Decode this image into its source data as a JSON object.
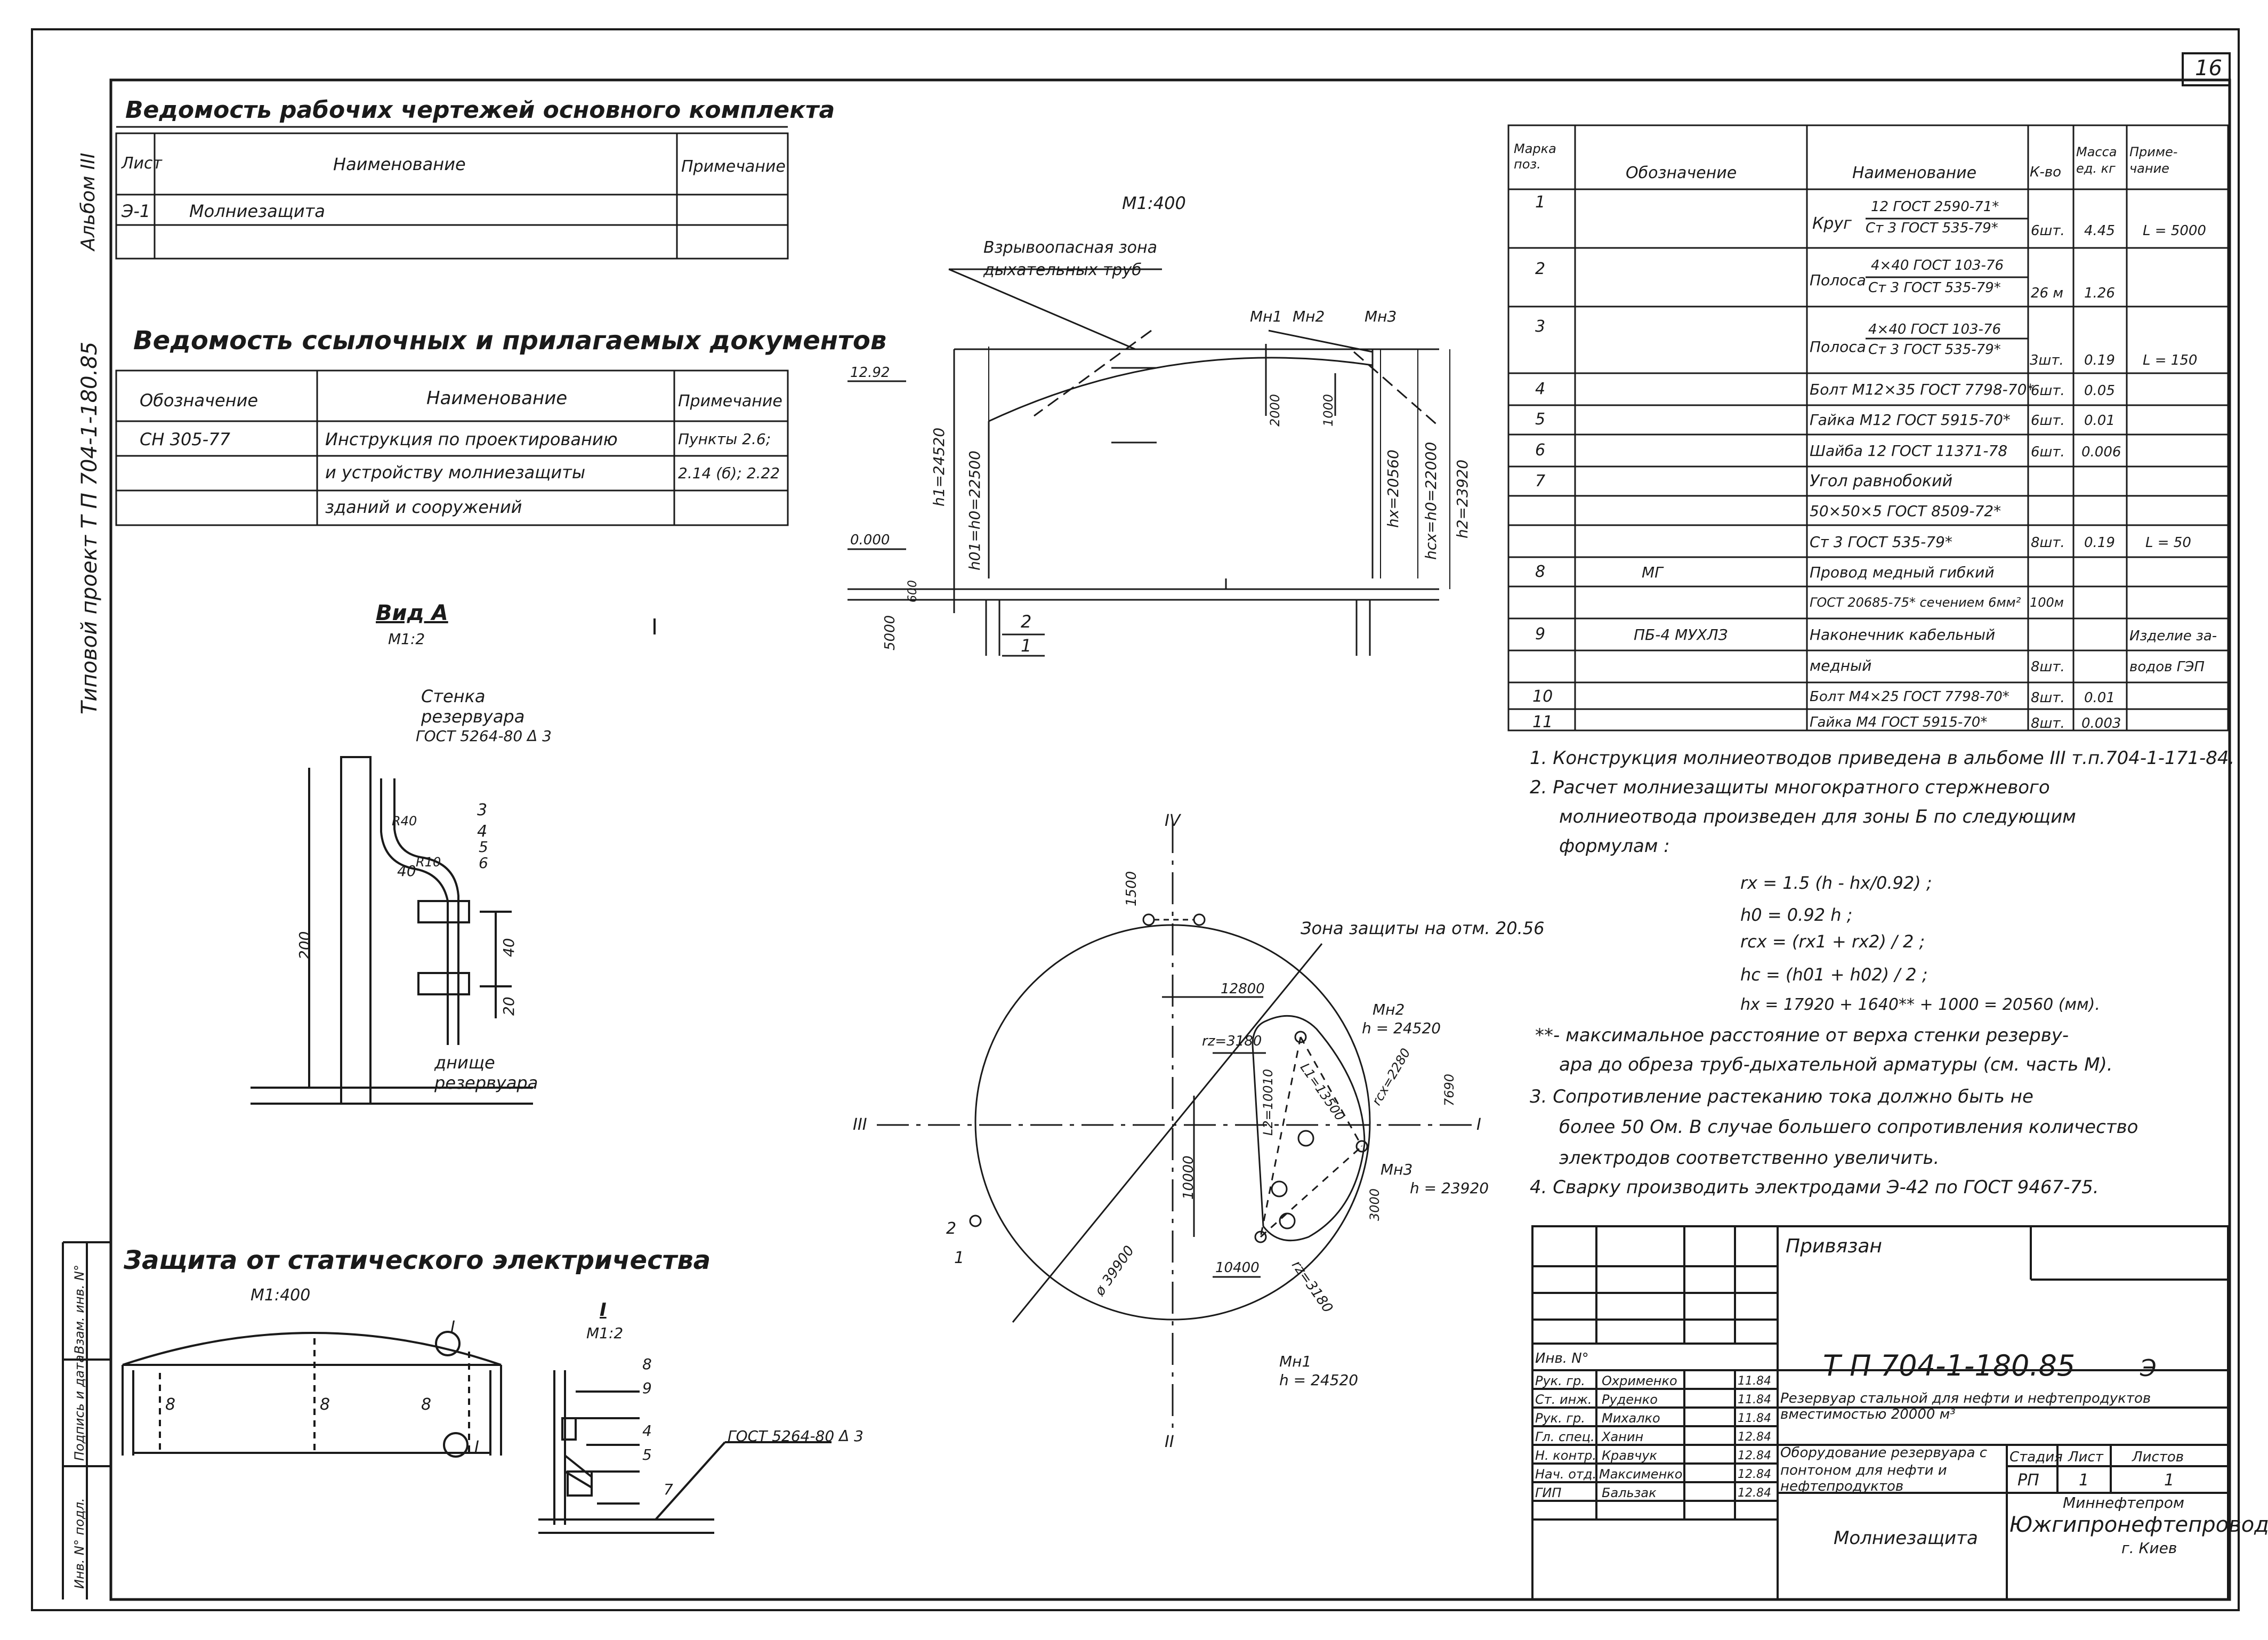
{
  "sheet_number": "16",
  "side_labels": {
    "album": "Альбом III",
    "project": "Типовой проект  Т П  704-1-180.85",
    "stamp_cols": [
      "Инв. N° подл.",
      "Подпись и дата",
      "Взам. инв. N°"
    ]
  },
  "works_list": {
    "title": "Ведомость рабочих чертежей основного комплекта",
    "headers": [
      "Лист",
      "Наименование",
      "Примечание"
    ],
    "rows": [
      [
        "Э-1",
        "Молниезащита",
        ""
      ]
    ]
  },
  "refs_list": {
    "title": "Ведомость ссылочных и прилагаемых документов",
    "headers": [
      "Обозначение",
      "Наименование",
      "Примечание"
    ],
    "rows": [
      [
        "СН 305-77",
        "Инструкция по проектированию",
        "Пункты 2.6;"
      ],
      [
        "",
        "и устройству молниезащиты",
        "2.14 (б); 2.22"
      ],
      [
        "",
        "зданий и сооружений",
        ""
      ]
    ]
  },
  "elevation": {
    "scale": "М1:400",
    "zone_label_1": "Взрывоопасная зона",
    "zone_label_2": "дыхательных труб",
    "masts": [
      "Мн1",
      "Мн2",
      "Мн3"
    ],
    "marks": [
      "12.92",
      "0.000"
    ],
    "dims": [
      "h1=24520",
      "h01=h0=22500",
      "hx=20560",
      "hcx=h0=22000",
      "h2=23920",
      "2000",
      "1000",
      "5000",
      "600"
    ],
    "callouts": [
      "2",
      "1"
    ]
  },
  "view_a": {
    "title": "Вид А",
    "scale": "М1:2",
    "wall_label_1": "Стенка",
    "wall_label_2": "резервуара",
    "gost": "ГОСТ 5264-80 Δ 3",
    "bottom_label_1": "днище",
    "bottom_label_2": "резервуара",
    "dims": [
      "R40",
      "R10",
      "40",
      "200",
      "40",
      "20"
    ],
    "callouts": [
      "3",
      "4",
      "5",
      "6"
    ]
  },
  "plan": {
    "zone_label": "Зона защиты на отм. 20.56",
    "masts": [
      {
        "name": "Мн2",
        "h": "h = 24520"
      },
      {
        "name": "Мн3",
        "h": "h = 23920"
      },
      {
        "name": "Мн1",
        "h": "h = 24520"
      }
    ],
    "dims": [
      "1500",
      "12800",
      "rz=3180",
      "L2=10010",
      "L1=13500",
      "rcx=2280",
      "7690",
      "10000",
      "ø 39900",
      "3000",
      "10400",
      "rz=3180"
    ],
    "axes": [
      "IV",
      "II",
      "III",
      "I"
    ],
    "callouts": [
      "2",
      "1"
    ]
  },
  "static": {
    "title": "Защита от статического электричества",
    "scale": "М1:400",
    "callouts": [
      "8",
      "8",
      "8",
      "I",
      "I"
    ],
    "node_title": "I",
    "node_scale": "М1:2",
    "node_callouts": [
      "8",
      "9",
      "4",
      "5",
      "7"
    ],
    "gost": "ГОСТ 5264-80  Δ 3"
  },
  "spec": {
    "headers": [
      "Марка поз.",
      "Обозначение",
      "Наименование",
      "К-во",
      "Масса ед. кг",
      "Приме-чание"
    ],
    "rows": [
      {
        "pos": "1",
        "des": "",
        "name": "Круг",
        "sub1": "12 ГОСТ 2590-71*",
        "sub2": "Ст 3 ГОСТ 535-79*",
        "qty": "6шт.",
        "mass": "4.45",
        "note": "L = 5000"
      },
      {
        "pos": "2",
        "des": "",
        "name": "Полоса",
        "sub1": "4×40 ГОСТ 103-76",
        "sub2": "Ст 3 ГОСТ 535-79*",
        "qty": "26 м",
        "mass": "1.26",
        "note": ""
      },
      {
        "pos": "3",
        "des": "",
        "name": "Полоса",
        "sub1": "4×40 ГОСТ 103-76",
        "sub2": "Ст 3 ГОСТ 535-79*",
        "qty": "3шт.",
        "mass": "0.19",
        "note": "L = 150"
      },
      {
        "pos": "4",
        "des": "",
        "name": "Болт М12×35 ГОСТ 7798-70*",
        "sub1": "",
        "sub2": "",
        "qty": "6шт.",
        "mass": "0.05",
        "note": ""
      },
      {
        "pos": "5",
        "des": "",
        "name": "Гайка М12 ГОСТ 5915-70*",
        "sub1": "",
        "sub2": "",
        "qty": "6шт.",
        "mass": "0.01",
        "note": ""
      },
      {
        "pos": "6",
        "des": "",
        "name": "Шайба 12 ГОСТ 11371-78",
        "sub1": "",
        "sub2": "",
        "qty": "6шт.",
        "mass": "0.006",
        "note": ""
      },
      {
        "pos": "7",
        "des": "",
        "name": "Угол равнобокий",
        "sub1": "",
        "sub2": "",
        "qty": "",
        "mass": "",
        "note": ""
      },
      {
        "pos": "",
        "des": "",
        "name": "50×50×5 ГОСТ 8509-72*",
        "sub1": "",
        "sub2": "",
        "qty": "",
        "mass": "",
        "note": ""
      },
      {
        "pos": "",
        "des": "",
        "name": "Ст 3 ГОСТ 535-79*",
        "sub1": "",
        "sub2": "",
        "qty": "8шт.",
        "mass": "0.19",
        "note": "L = 50"
      },
      {
        "pos": "8",
        "des": "МГ",
        "name": "Провод медный гибкий",
        "sub1": "",
        "sub2": "",
        "qty": "",
        "mass": "",
        "note": ""
      },
      {
        "pos": "",
        "des": "",
        "name": "ГОСТ 20685-75* сечением 6мм²",
        "sub1": "",
        "sub2": "",
        "qty": "100м",
        "mass": "",
        "note": ""
      },
      {
        "pos": "9",
        "des": "ПБ-4 МУХЛЗ",
        "name": "Наконечник кабельный",
        "sub1": "",
        "sub2": "",
        "qty": "",
        "mass": "",
        "note": "Изделие за-"
      },
      {
        "pos": "",
        "des": "",
        "name": "медный",
        "sub1": "",
        "sub2": "",
        "qty": "8шт.",
        "mass": "",
        "note": "водов ГЭП"
      },
      {
        "pos": "10",
        "des": "",
        "name": "Болт М4×25 ГОСТ 7798-70*",
        "sub1": "",
        "sub2": "",
        "qty": "8шт.",
        "mass": "0.01",
        "note": ""
      },
      {
        "pos": "11",
        "des": "",
        "name": "Гайка М4 ГОСТ 5915-70*",
        "sub1": "",
        "sub2": "",
        "qty": "8шт.",
        "mass": "0.003",
        "note": ""
      }
    ]
  },
  "notes": {
    "n1": "1.  Конструкция молниеотводов приведена в альбоме III т.п.704-1-171-84.",
    "n2a": "2.  Расчет молниезащиты многократного стержневого",
    "n2b": "молниеотвода произведен для зоны  Б по следующим",
    "n2c": "формулам :",
    "f1": "rx = 1.5 (h - hx/0.92) ;",
    "f2": "h0 = 0.92 h ;",
    "f3": "rcx = (rx1 + rx2) / 2 ;",
    "f4": "hc = (h01 + h02) / 2 ;",
    "f5": "hx = 17920 + 1640** + 1000 = 20560 (мм).",
    "star1": "**- максимальное расстояние от верха стенки резерву-",
    "star2": "ара до обреза труб-дыхательной арматуры (см. часть М).",
    "n3a": "3.  Сопротивление растеканию тока должно быть не",
    "n3b": "более 50 Ом. В случае большего сопротивления количество",
    "n3c": "электродов соответственно увеличить.",
    "n4": "4.  Сварку производить электродами Э-42 по ГОСТ 9467-75."
  },
  "title_block": {
    "privyazan": "Привязан",
    "inv": "Инв. N°",
    "roles": [
      "Рук. гр.",
      "Ст. инж.",
      "Рук. гр.",
      "Гл. спец.",
      "Н. контр.",
      "Нач. отд.",
      "ГИП"
    ],
    "names": [
      "Охрименко",
      "Руденко",
      "Михалко",
      "Ханин",
      "Кравчук",
      "Максименко",
      "Бальзак"
    ],
    "dates": [
      "11.84",
      "11.84",
      "11.84",
      "12.84",
      "12.84",
      "12.84",
      "12.84"
    ],
    "code": "Т П   704-1-180.85",
    "code_suffix": "Э",
    "desc1": "Резервуар стальной для нефти и нефтепродуктов",
    "desc2": "вместимостью  20000 м³",
    "desc3": "Оборудование резервуара с",
    "desc4": "понтоном для нефти и",
    "desc5": "нефтепродуктов",
    "sheet_title": "Молниезащита",
    "stage_h": "Стадия",
    "list_h": "Лист",
    "lists_h": "Листов",
    "stage": "РП",
    "list": "1",
    "lists": "1",
    "org1": "Миннефтепром",
    "org2": "Южгипронефтепровод",
    "org3": "г. Киев"
  }
}
